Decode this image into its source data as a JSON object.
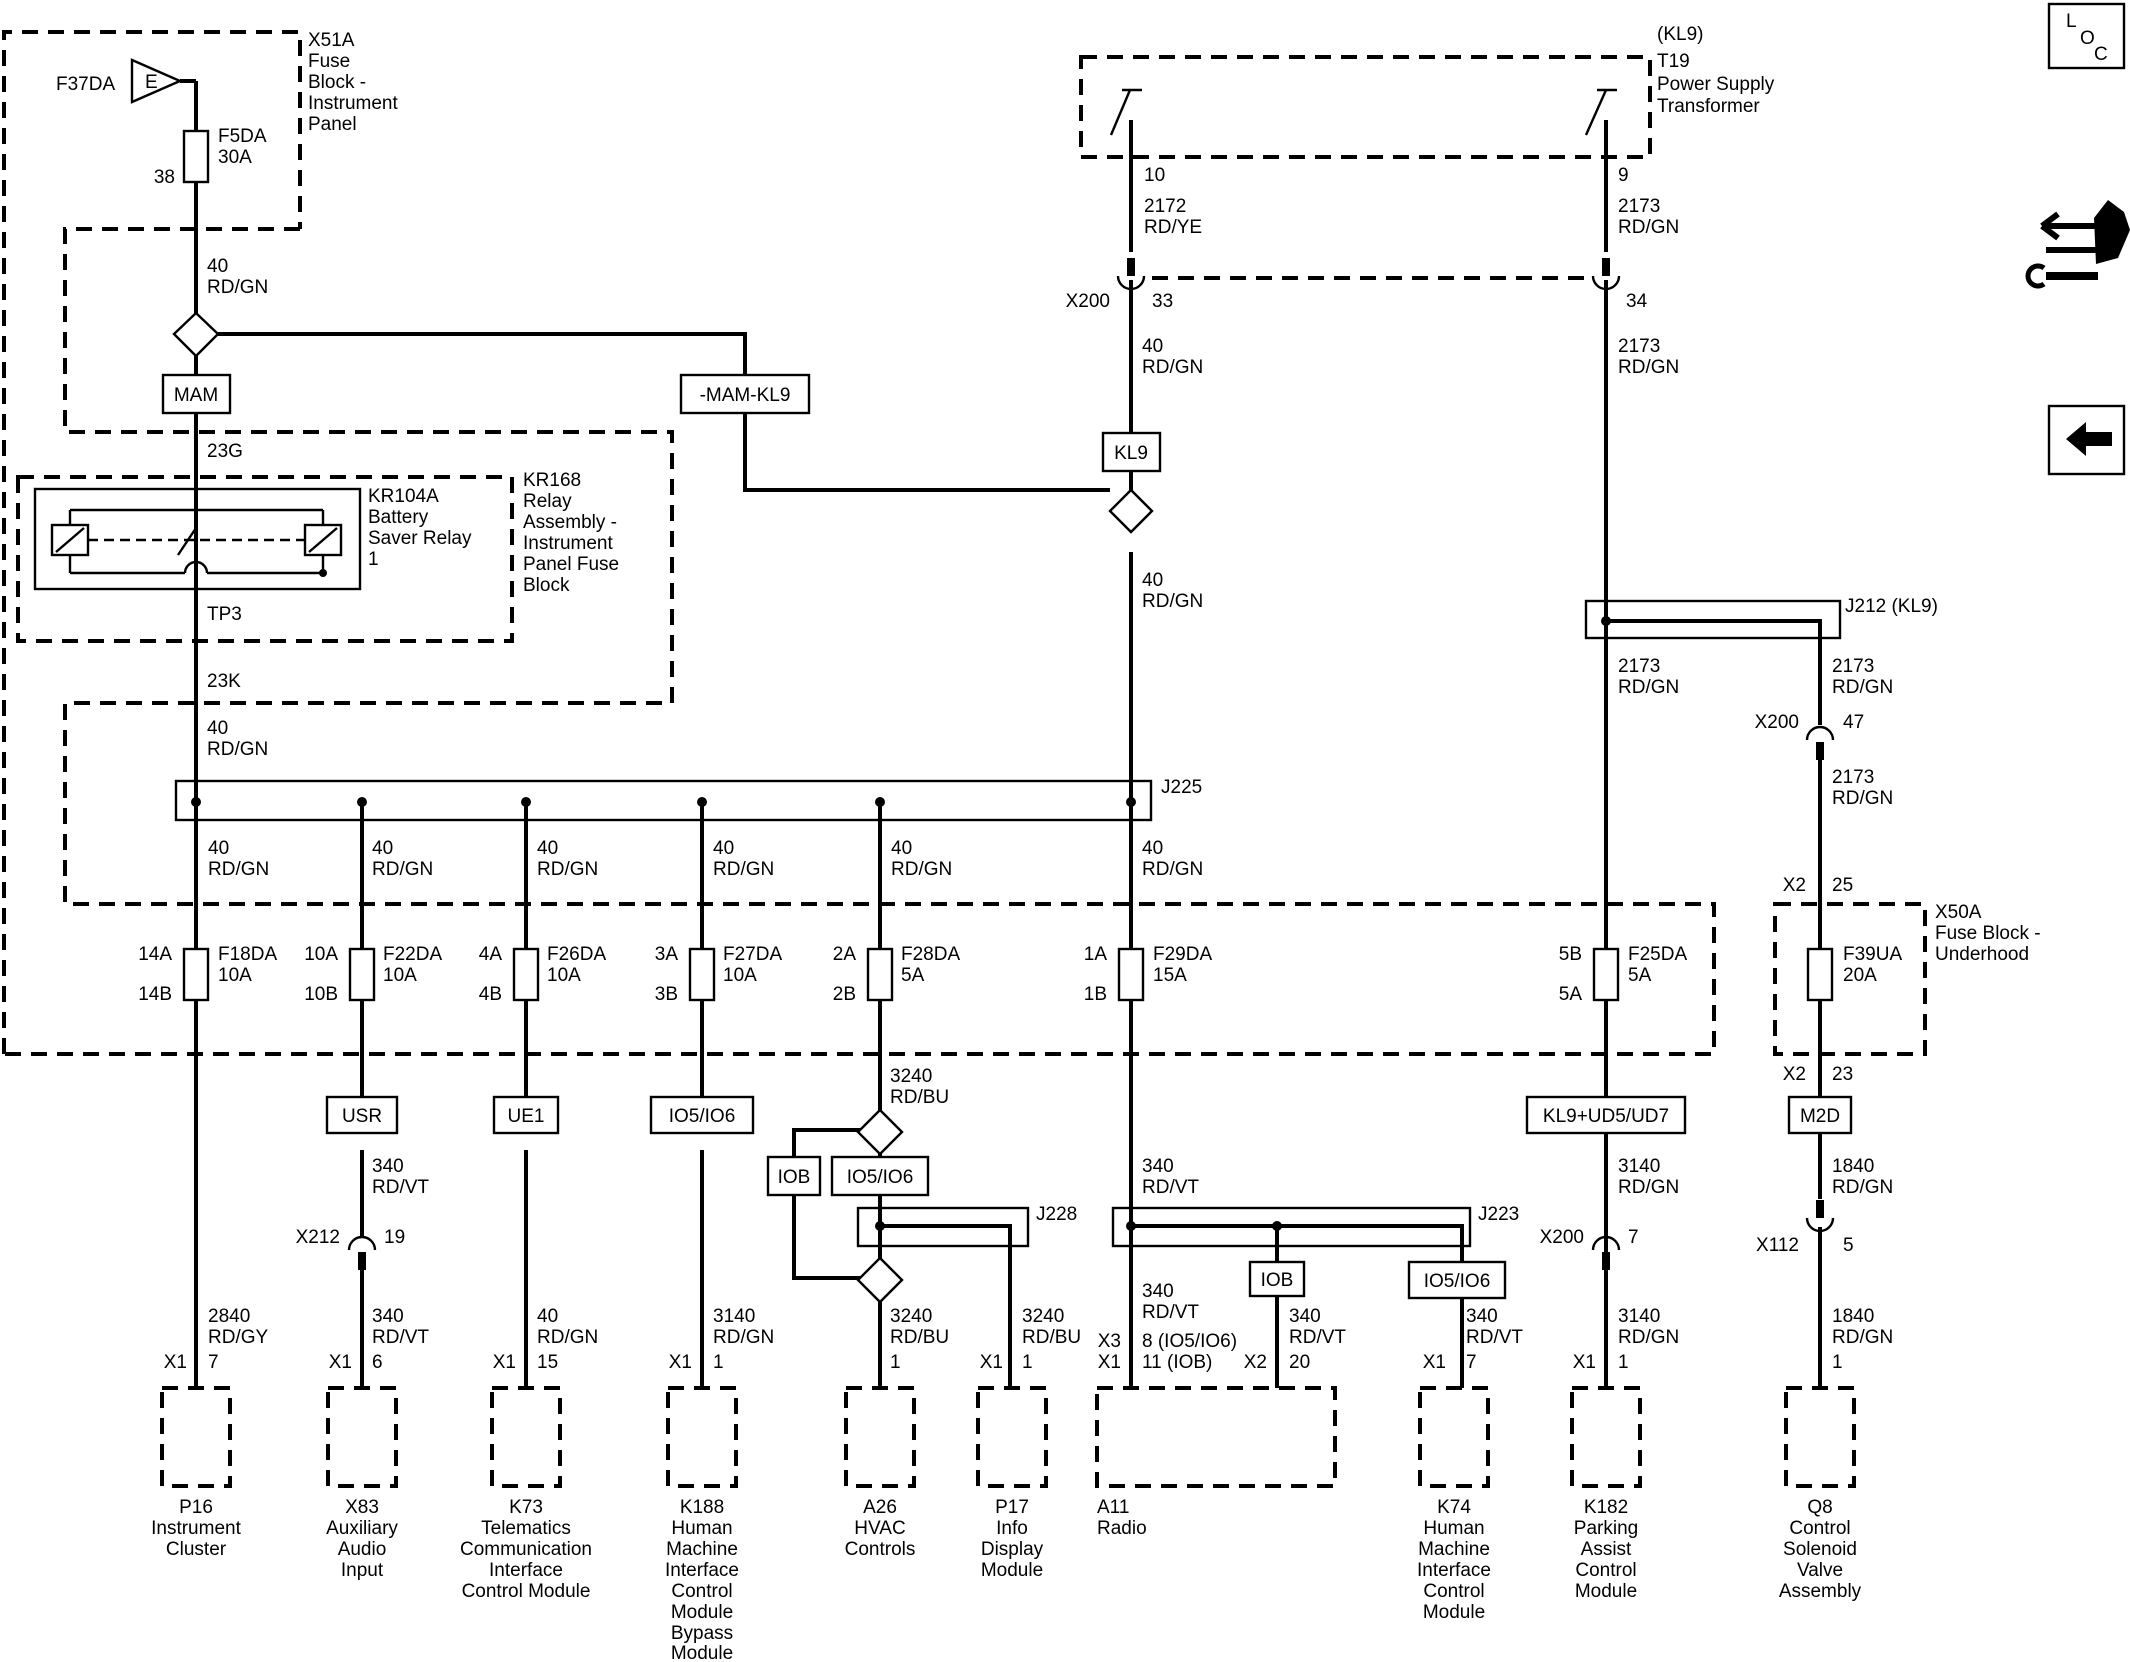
{
  "sidebar": {
    "loc": [
      "L",
      "O",
      "C"
    ]
  },
  "blocks": {
    "x51a": [
      "X51A",
      "Fuse",
      "Block -",
      "Instrument",
      "Panel"
    ],
    "t19": [
      "(KL9)",
      "T19",
      "Power Supply",
      "Transformer"
    ],
    "kr168": [
      "KR168",
      "Relay",
      "Assembly -",
      "Instrument",
      "Panel Fuse",
      "Block"
    ],
    "kr104a": [
      "KR104A",
      "Battery",
      "Saver Relay",
      "1"
    ],
    "x50a": [
      "X50A",
      "Fuse Block -",
      "Underhood"
    ]
  },
  "source": {
    "f37da": "F37DA",
    "e": "E",
    "f5da": [
      "F5DA",
      "30A"
    ],
    "f5da_pin": "38"
  },
  "wires": {
    "w40_top": [
      "40",
      "RD/GN"
    ],
    "w2172": [
      "2172",
      "RD/YE"
    ],
    "w2173_top": [
      "2173",
      "RD/GN"
    ],
    "w40_kl9": [
      "40",
      "RD/GN"
    ],
    "w2173_x200": [
      "2173",
      "RD/GN"
    ],
    "w40_mid": [
      "40",
      "RD/GN"
    ],
    "w2173_j212a": [
      "2173",
      "RD/GN"
    ],
    "w2173_j212b": [
      "2173",
      "RD/GN"
    ],
    "w2173_x200b": [
      "2173",
      "RD/GN"
    ],
    "w40_23k": [
      "40",
      "RD/GN"
    ],
    "w3240": [
      "3240",
      "RD/BU"
    ],
    "w340_usr": [
      "340",
      "RD/VT"
    ],
    "w340_a11": [
      "340",
      "RD/VT"
    ],
    "w3140_k182a": [
      "3140",
      "RD/GN"
    ],
    "w1840a": [
      "1840",
      "RD/GN"
    ],
    "w2840": [
      "2840",
      "RD/GY"
    ],
    "w340_x83": [
      "340",
      "RD/VT"
    ],
    "w40_k73": [
      "40",
      "RD/GN"
    ],
    "w3140_k188": [
      "3140",
      "RD/GN"
    ],
    "w3240_a26": [
      "3240",
      "RD/BU"
    ],
    "w3240_p17": [
      "3240",
      "RD/BU"
    ],
    "w340_iob": [
      "340",
      "RD/VT"
    ],
    "w340_x2": [
      "340",
      "RD/VT"
    ],
    "w340_k74": [
      "340",
      "RD/VT"
    ],
    "w3140_k182b": [
      "3140",
      "RD/GN"
    ],
    "w1840b": [
      "1840",
      "RD/GN"
    ],
    "j225_branches": [
      [
        "40",
        "RD/GN"
      ],
      [
        "40",
        "RD/GN"
      ],
      [
        "40",
        "RD/GN"
      ],
      [
        "40",
        "RD/GN"
      ],
      [
        "40",
        "RD/GN"
      ],
      [
        "40",
        "RD/GN"
      ]
    ]
  },
  "pins": {
    "t19_10": "10",
    "t19_9": "9",
    "x200": "X200",
    "x200_33": "33",
    "x200_34": "34",
    "p23g": "23G",
    "tp3": "TP3",
    "p23k": "23K",
    "x200b": "X200",
    "x200b_47": "47",
    "x2_25": [
      "X2",
      "25"
    ],
    "x2_23": [
      "X2",
      "23"
    ],
    "x212": "X212",
    "x212_19": "19",
    "x200c": "X200",
    "x200c_7": "7",
    "x112": "X112",
    "x112_5": "5"
  },
  "labels": {
    "mam": "MAM",
    "mam_kl9": "-MAM-KL9",
    "kl9": "KL9",
    "usr": "USR",
    "ue1": "UE1",
    "io5io6_k188": "IO5/IO6",
    "iob_a": "IOB",
    "io5io6_a26": "IO5/IO6",
    "iob_b": "IOB",
    "io5io6_k74": "IO5/IO6",
    "kl9_ud": "KL9+UD5/UD7",
    "m2d": "M2D"
  },
  "splices": {
    "j212": "J212 (KL9)",
    "j225": "J225",
    "j228": "J228",
    "j223": "J223"
  },
  "fuses": [
    {
      "top": "14A",
      "bottom": "14B",
      "name": "F18DA",
      "rating": "10A"
    },
    {
      "top": "10A",
      "bottom": "10B",
      "name": "F22DA",
      "rating": "10A"
    },
    {
      "top": "4A",
      "bottom": "4B",
      "name": "F26DA",
      "rating": "10A"
    },
    {
      "top": "3A",
      "bottom": "3B",
      "name": "F27DA",
      "rating": "10A"
    },
    {
      "top": "2A",
      "bottom": "2B",
      "name": "F28DA",
      "rating": "5A"
    },
    {
      "top": "1A",
      "bottom": "1B",
      "name": "F29DA",
      "rating": "15A"
    },
    {
      "top": "5B",
      "bottom": "5A",
      "name": "F25DA",
      "rating": "5A"
    },
    {
      "name": "F39UA",
      "rating": "20A"
    }
  ],
  "connectors": {
    "p16": [
      "X1",
      "7"
    ],
    "x83": [
      "X1",
      "6"
    ],
    "k73": [
      "X1",
      "15"
    ],
    "k188": [
      "X1",
      "1"
    ],
    "a26": "1",
    "p17": [
      "X1",
      "1"
    ],
    "a11_x3": [
      "X3",
      "8 (IO5/IO6)"
    ],
    "a11_x1": [
      "X1",
      "11 (IOB)"
    ],
    "a11_x2": [
      "X2",
      "20"
    ],
    "k74": [
      "X1",
      "7"
    ],
    "k182": [
      "X1",
      "1"
    ],
    "q8": "1"
  },
  "components": {
    "p16": [
      "P16",
      "Instrument",
      "Cluster"
    ],
    "x83": [
      "X83",
      "Auxiliary",
      "Audio",
      "Input"
    ],
    "k73": [
      "K73",
      "Telematics",
      "Communication",
      "Interface",
      "Control Module"
    ],
    "k188": [
      "K188",
      "Human",
      "Machine",
      "Interface",
      "Control",
      "Module",
      "Bypass",
      "Module"
    ],
    "a26": [
      "A26",
      "HVAC",
      "Controls"
    ],
    "p17": [
      "P17",
      "Info",
      "Display",
      "Module"
    ],
    "a11": [
      "A11",
      "Radio"
    ],
    "k74": [
      "K74",
      "Human",
      "Machine",
      "Interface",
      "Control",
      "Module"
    ],
    "k182": [
      "K182",
      "Parking",
      "Assist",
      "Control",
      "Module"
    ],
    "q8": [
      "Q8",
      "Control",
      "Solenoid",
      "Valve",
      "Assembly"
    ]
  }
}
